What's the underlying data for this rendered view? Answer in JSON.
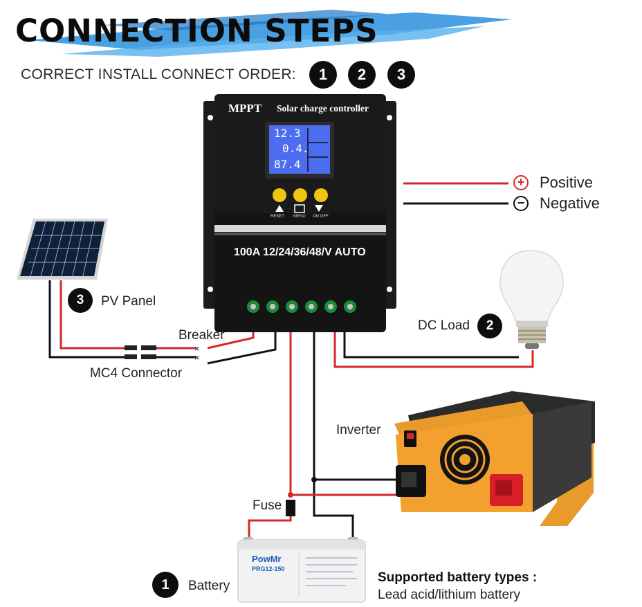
{
  "header": {
    "title": "CONNECTION STEPS",
    "subtitle": "CORRECT INSTALL CONNECT ORDER:",
    "order_badges": [
      "1",
      "2",
      "3"
    ]
  },
  "controller": {
    "brand": "MPPT",
    "product": "Solar charge controller",
    "display_values": [
      "12.3",
      "0.4.",
      "87.4"
    ],
    "buttons": [
      "RESET",
      "MENU",
      "ON OFF"
    ],
    "rating": "100A 12/24/36/48/V AUTO"
  },
  "legend": {
    "positive": "Positive",
    "negative": "Negative",
    "positive_color": "#d62828",
    "negative_color": "#111111"
  },
  "components": {
    "pv_panel": {
      "badge": "3",
      "label": "PV Panel"
    },
    "breaker": "Breaker",
    "mc4": "MC4 Connector",
    "dc_load": {
      "badge": "2",
      "label": "DC Load"
    },
    "inverter": "Inverter",
    "fuse": "Fuse",
    "battery": {
      "badge": "1",
      "label": "Battery",
      "brand": "PowMr",
      "model": "PRG12-150"
    },
    "battery_types_title": "Supported battery types :",
    "battery_types": "Lead acid/lithium battery"
  }
}
